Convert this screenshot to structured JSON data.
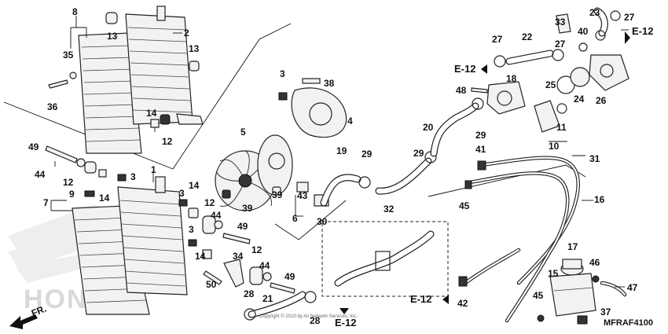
{
  "diagram_code": "MFRAF4100",
  "ref_label": "E-12",
  "fr_label": "FR.",
  "watermark": "HONDA",
  "copyright": "Copyright © 2010 by Ari Network Services, Inc.",
  "part_numbers": [
    "8",
    "13",
    "2",
    "35",
    "13",
    "36",
    "14",
    "12",
    "49",
    "44",
    "12",
    "14",
    "3",
    "1",
    "7",
    "9",
    "3",
    "14",
    "12",
    "44",
    "3",
    "49",
    "14",
    "34",
    "12",
    "44",
    "49",
    "50",
    "28",
    "21",
    "28",
    "3",
    "38",
    "4",
    "5",
    "39",
    "43",
    "6",
    "39",
    "30",
    "19",
    "29",
    "32",
    "20",
    "29",
    "48",
    "18",
    "29",
    "41",
    "27",
    "22",
    "33",
    "23",
    "27",
    "27",
    "40",
    "25",
    "24",
    "26",
    "11",
    "10",
    "31",
    "16",
    "45",
    "17",
    "46",
    "15",
    "47",
    "45",
    "37",
    "42"
  ],
  "colors": {
    "line": "#222222",
    "background": "#ffffff",
    "watermark": "#d9d9d9"
  }
}
